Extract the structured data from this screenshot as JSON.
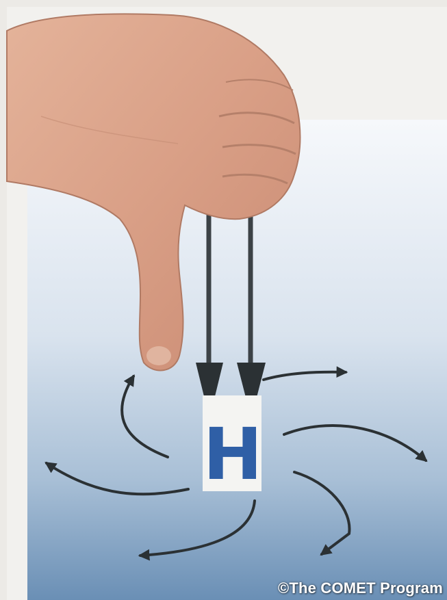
{
  "diagram": {
    "center_label": "H",
    "credit": "©The COMET Program",
    "colors": {
      "label_blue": "#2f5fa6",
      "arrow_dark": "#2b3134",
      "sky_top": "#f3f6fa",
      "sky_bottom": "#6f93b8"
    },
    "icons": {
      "hand": "thumbs-down-hand",
      "arrows": "downward-and-outward-airflow-arrows"
    }
  }
}
